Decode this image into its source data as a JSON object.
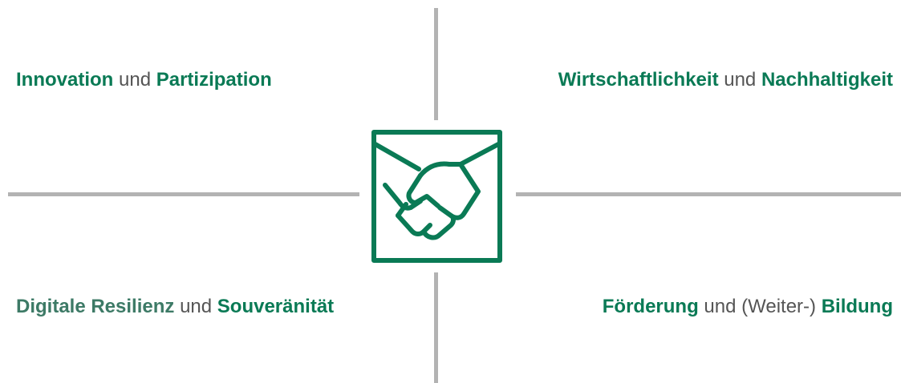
{
  "colors": {
    "accent": "#0a7a55",
    "accent_muted": "#3d7a66",
    "text": "#555555",
    "divider": "#b3b3b3"
  },
  "quadrants": {
    "top_left": {
      "term1": "Innovation",
      "joiner": "und",
      "term2": "Partizipation"
    },
    "top_right": {
      "term1": "Wirtschaftlichkeit",
      "joiner": "und",
      "term2": "Nachhaltigkeit"
    },
    "bottom_left": {
      "term1": "Digitale Resilienz",
      "joiner": "und",
      "term2": "Souveränität"
    },
    "bottom_right": {
      "term1": "Förderung",
      "joiner": "und (Weiter-)",
      "term2": "Bildung"
    }
  },
  "center_icon": "handshake-envelope-icon"
}
